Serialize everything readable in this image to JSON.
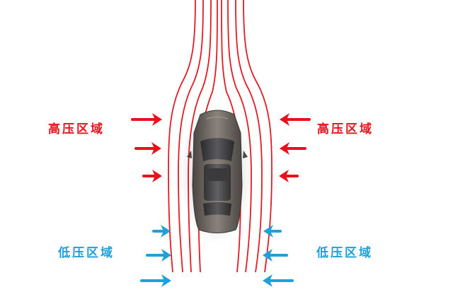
{
  "labels": {
    "high_left": "高压区域",
    "high_right": "高压区域",
    "low_left": "低压区域",
    "low_right": "低压区域"
  },
  "colors": {
    "high": "#e8121c",
    "low": "#1ea0d8",
    "flow_line": "#e31b23",
    "background": "#ffffff",
    "car_body": "#6b6560"
  },
  "icons": {
    "arrow": "arrow-icon",
    "car": "car-top-view-icon"
  }
}
